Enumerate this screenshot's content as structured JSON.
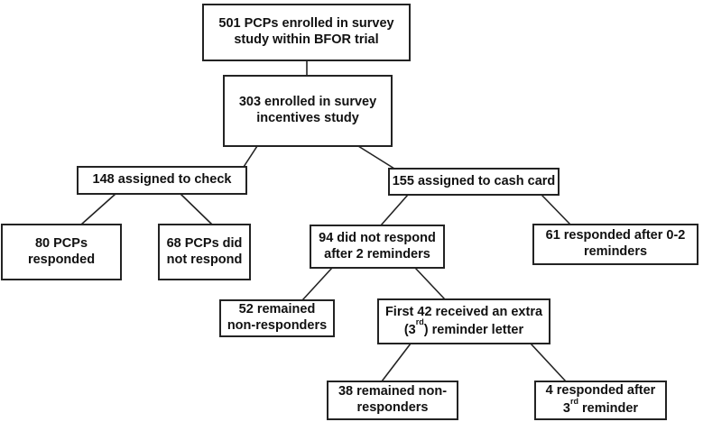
{
  "colors": {
    "background": "#ffffff",
    "box_border": "#232323",
    "text": "#111111",
    "connector_line": "#232323"
  },
  "nodes": {
    "n501": {
      "lines": [
        "501 PCPs enrolled in survey",
        "study within BFOR trial"
      ]
    },
    "n303": {
      "lines": [
        "303 enrolled in survey",
        "incentives study"
      ]
    },
    "n148": {
      "lines": [
        "148  assigned to check"
      ]
    },
    "n155": {
      "lines": [
        "155 assigned to cash card"
      ]
    },
    "n80": {
      "lines": [
        "80 PCPs",
        "responded"
      ]
    },
    "n68": {
      "lines": [
        "68 PCPs did",
        "not respond"
      ]
    },
    "n94": {
      "lines": [
        "94 did not respond",
        "after 2 reminders"
      ]
    },
    "n61": {
      "lines": [
        "61 responded after 0-2",
        "reminders"
      ]
    },
    "n52": {
      "lines": [
        "52 remained",
        "non-responders"
      ]
    },
    "n42": {
      "line1": "First 42 received an extra",
      "line2_pre": "(3",
      "line2_sup": "rd",
      "line2_post": ") reminder letter"
    },
    "n38": {
      "lines": [
        "38 remained non-",
        "responders"
      ]
    },
    "n4": {
      "line1": "4 responded after",
      "line2_pre": "3",
      "line2_sup": "rd",
      "line2_post": " reminder"
    }
  }
}
